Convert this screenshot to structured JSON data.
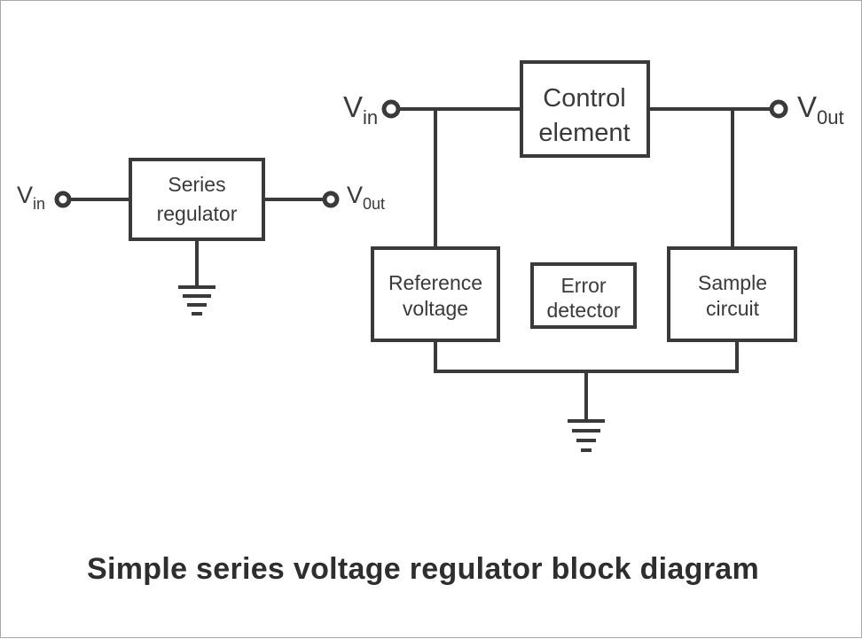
{
  "left_diagram": {
    "vin_main": "V",
    "vin_sub": "in",
    "vout_main": "V",
    "vout_sub": "0ut",
    "block_line1": "Series",
    "block_line2": "regulator"
  },
  "right_diagram": {
    "vin_main": "V",
    "vin_sub": "in",
    "vout_main": "V",
    "vout_sub": "0ut",
    "control_line1": "Control",
    "control_line2": "element",
    "reference_line1": "Reference",
    "reference_line2": "voltage",
    "error_line1": "Error",
    "error_line2": "detector",
    "sample_line1": "Sample",
    "sample_line2": "circuit"
  },
  "caption": "Simple series voltage regulator block diagram"
}
